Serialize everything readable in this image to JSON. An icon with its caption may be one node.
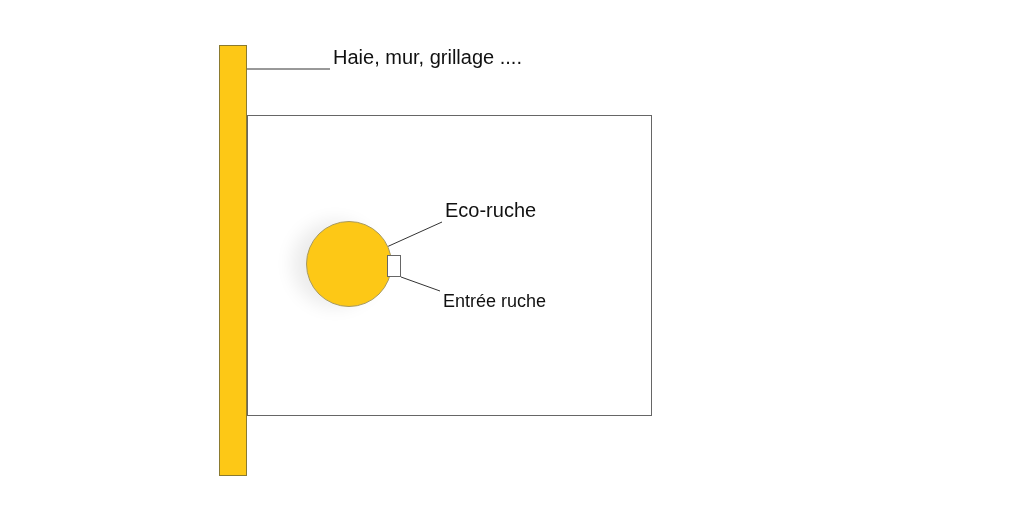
{
  "diagram": {
    "nodes": [
      {
        "text": [
          "Haie, mur, grillage ...."
        ]
      },
      {
        "text": [],
        "shape": "bar"
      },
      {
        "text": [],
        "shape": "box"
      },
      {
        "text": [
          "Eco-ruche"
        ],
        "in": 2
      },
      {
        "text": [],
        "shape": "circle",
        "in": 2
      },
      {
        "text": [
          "Entrée ruche"
        ],
        "in": 2
      },
      {
        "text": [],
        "shape": "box",
        "in": 2
      }
    ],
    "edges": [
      {
        "from": 0,
        "to": 1,
        "arrow": "none"
      },
      {
        "from": 3,
        "to": 4,
        "arrow": "none"
      },
      {
        "from": 5,
        "to": 6,
        "arrow": "none"
      }
    ]
  }
}
